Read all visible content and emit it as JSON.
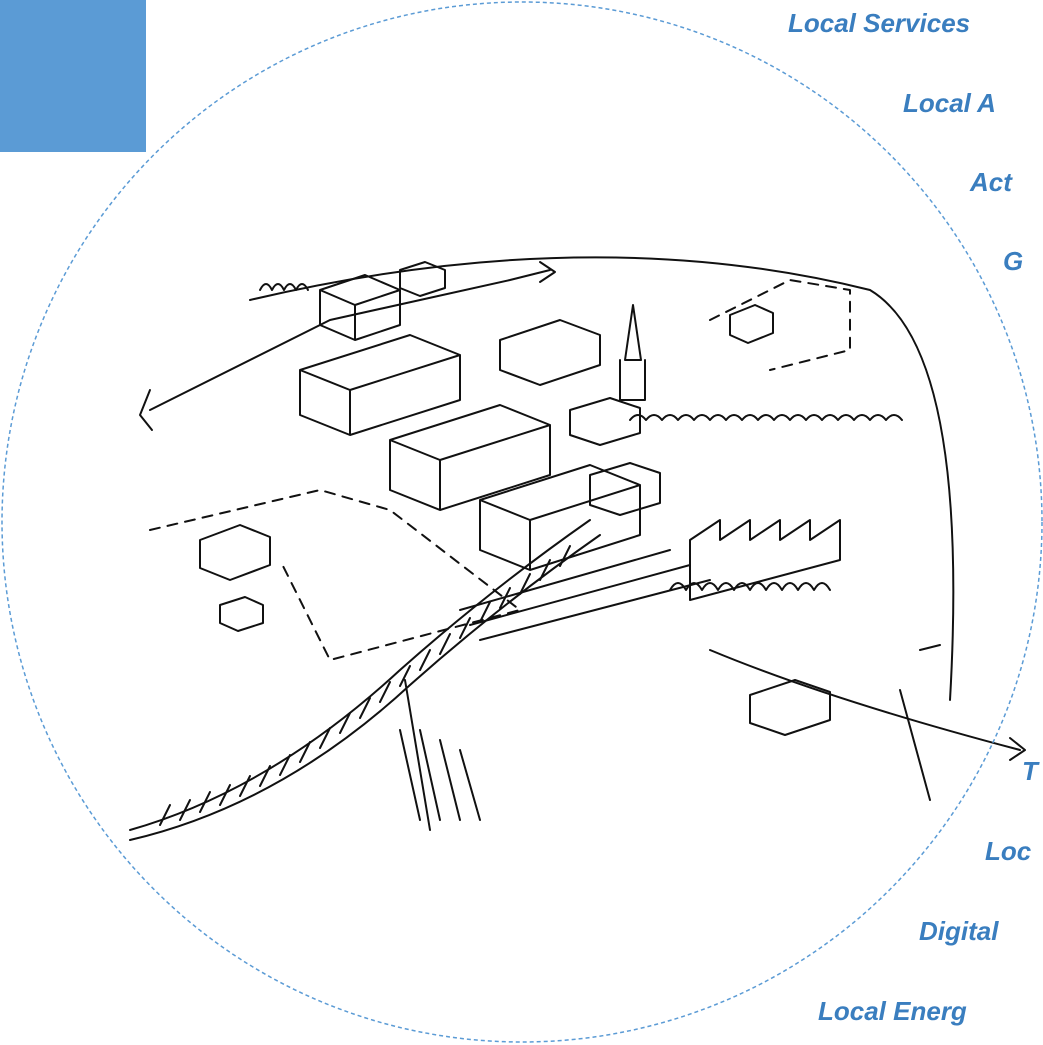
{
  "colors": {
    "accent_block": "#5b9bd5",
    "circle_dash": "#5b9bd5",
    "label_text": "#3a7ebf",
    "sketch_ink": "#111111"
  },
  "labels": {
    "l1": "Local Services",
    "l2": "Local A",
    "l3": "Act",
    "l4": "G",
    "l5": "T",
    "l6": "Loc",
    "l7": "Digital",
    "l8": "Local Energ"
  }
}
